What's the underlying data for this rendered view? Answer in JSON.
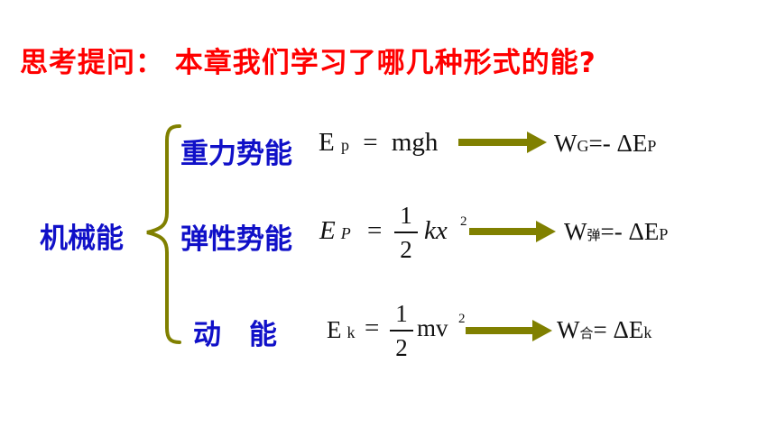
{
  "question": "思考提问： 本章我们学习了哪几种形式的能?",
  "mechanical_energy": "机械能",
  "colors": {
    "question": "#ff0000",
    "label": "#1010c8",
    "brace": "#808000",
    "arrow": "#808000"
  },
  "rows": [
    {
      "label": "重力势能",
      "formula": {
        "symbol": "E",
        "sub": "p",
        "eq": "=",
        "rhs": "mgh"
      },
      "work": {
        "W": "W",
        "sub": "G",
        "rel": "=-",
        "delta": "Δ",
        "E": "E",
        "esub": "P"
      }
    },
    {
      "label": "弹性势能",
      "formula": {
        "symbol": "E",
        "sub": "P",
        "eq": "=",
        "num": "1",
        "den": "2",
        "rhs": "kx",
        "sup": "2"
      },
      "work": {
        "W": "W",
        "sub": "弹",
        "rel": "=-",
        "delta": "Δ",
        "E": "E",
        "esub": "P"
      }
    },
    {
      "label": "动　能",
      "formula": {
        "symbol": "E",
        "sub": "k",
        "eq": "=",
        "num": "1",
        "den": "2",
        "rhs": "mv",
        "sup": "2"
      },
      "work": {
        "W": "W",
        "sub": "合",
        "rel": "=",
        "delta": "Δ",
        "E": "E",
        "esub": "k"
      }
    }
  ]
}
